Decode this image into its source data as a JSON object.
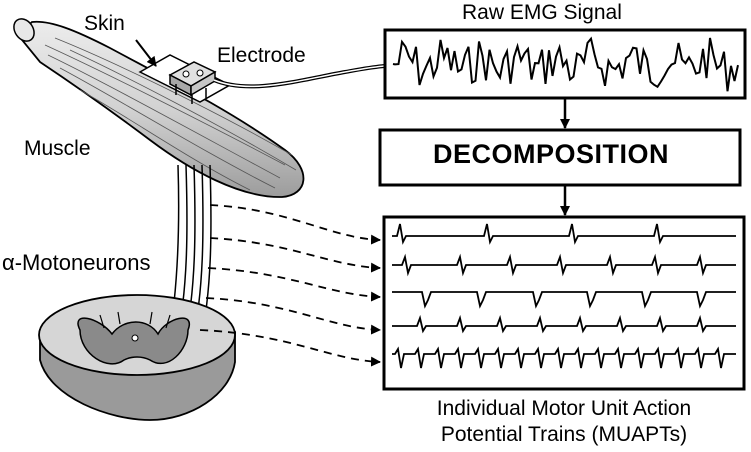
{
  "labels": {
    "skin": "Skin",
    "electrode": "Electrode",
    "muscle": "Muscle",
    "motoneurons": "α-Motoneurons",
    "raw_emg": "Raw EMG Signal",
    "decomposition": "DECOMPOSITION",
    "muapt_line1": "Individual Motor Unit Action",
    "muapt_line2": "Potential Trains (MUAPTs)"
  },
  "colors": {
    "muscle_fill": "#d6d6d6",
    "spinal_gray": "#9a9a9a",
    "line": "#000000"
  }
}
